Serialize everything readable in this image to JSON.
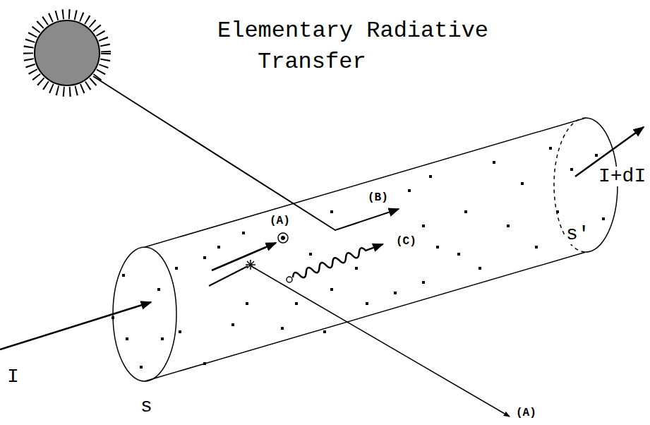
{
  "diagram": {
    "title": "Elementary Radiative Transfer",
    "labels": [
      "I",
      "I+dI",
      "(A)",
      "(B)",
      "(C)",
      "(A)",
      "s",
      "s'"
    ]
  }
}
